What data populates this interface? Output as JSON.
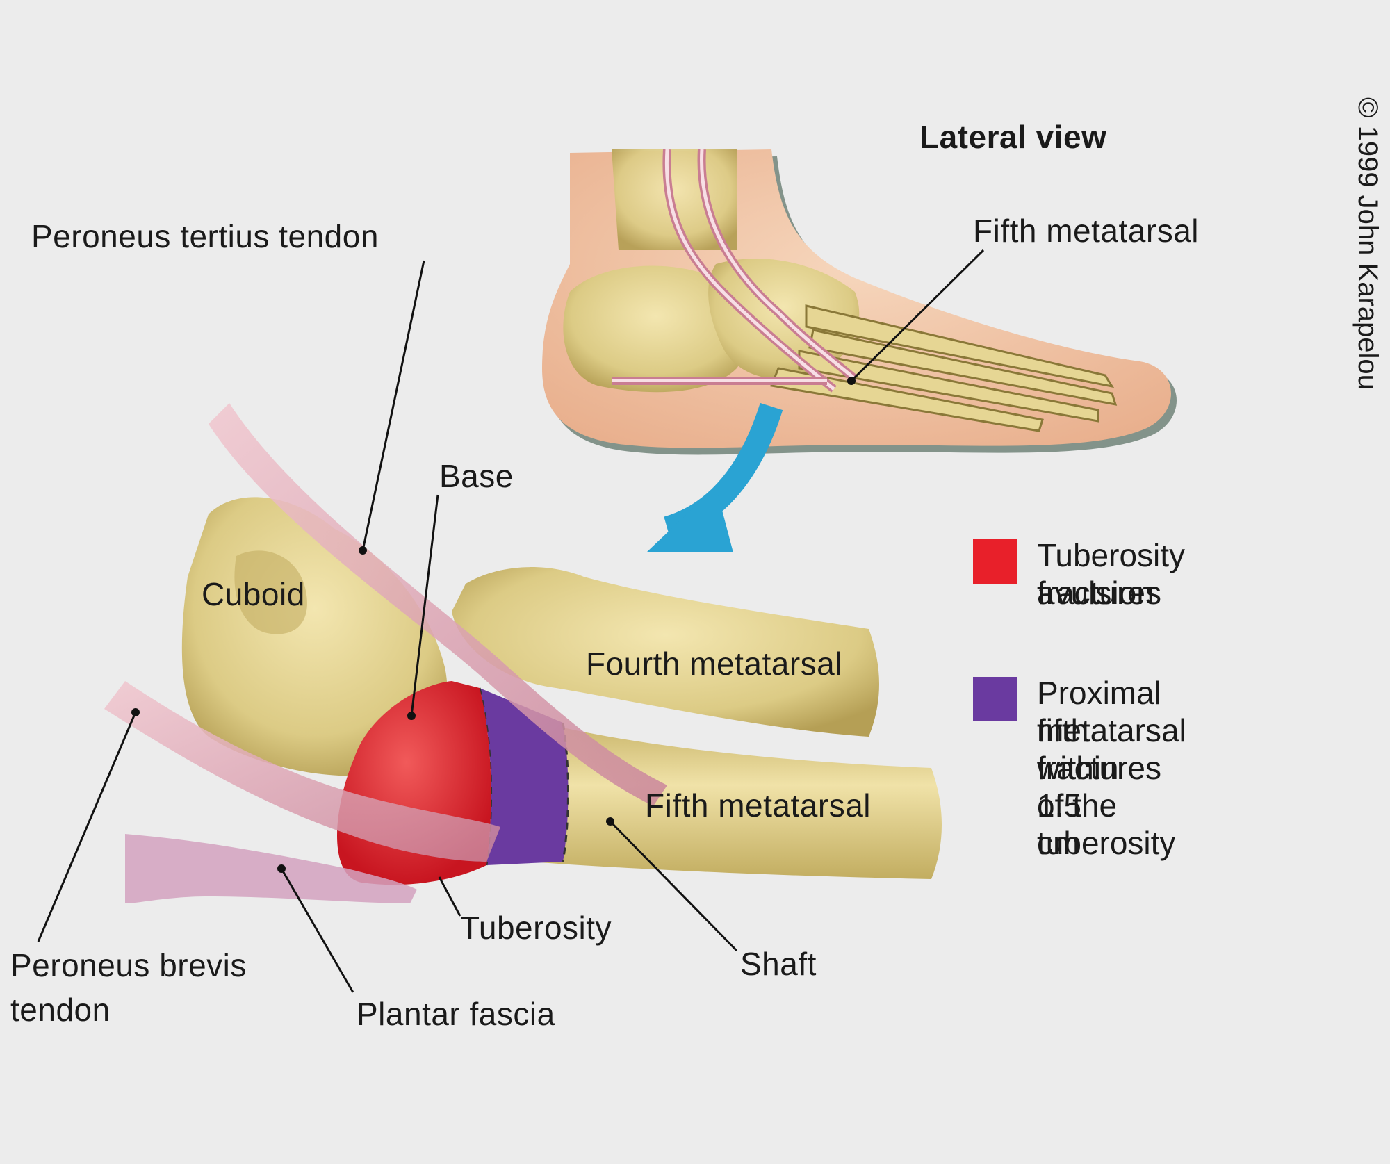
{
  "title": "Lateral view",
  "copyright": "© 1999 John Karapelou",
  "labels": {
    "fifth_metatarsal_top": "Fifth metatarsal",
    "peroneus_tertius": "Peroneus tertius tendon",
    "base": "Base",
    "cuboid": "Cuboid",
    "fourth_metatarsal": "Fourth metatarsal",
    "fifth_metatarsal": "Fifth metatarsal",
    "tuberosity": "Tuberosity",
    "shaft": "Shaft",
    "peroneus_brevis_line1": "Peroneus brevis",
    "peroneus_brevis_line2": "tendon",
    "plantar_fascia": "Plantar fascia"
  },
  "legend": [
    {
      "color": "#e8202a",
      "lines": [
        "Tuberosity avulsion",
        "fractures"
      ]
    },
    {
      "color": "#6a3aa0",
      "lines": [
        "Proximal fifth",
        "metatarsal fractures",
        "within 1.5 cm",
        "of the tuberosity"
      ]
    }
  ],
  "colors": {
    "background": "#ececec",
    "bone": "#e3d59a",
    "bone_shadow": "#b8a55c",
    "skin": "#f2c9a8",
    "tendon": "#e3a4b0",
    "arrow": "#2aa3d3",
    "avulsion": "#e8202a",
    "proximal": "#6a3aa0"
  }
}
